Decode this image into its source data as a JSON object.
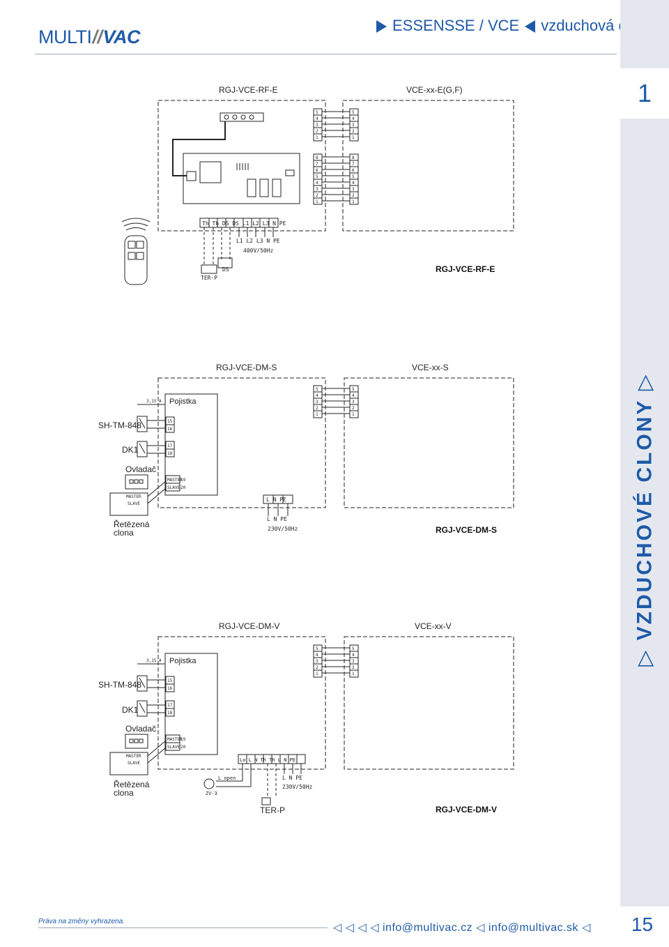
{
  "header": {
    "logo_left": "MULTI",
    "logo_right": "VAC",
    "product": "ESSENSSE / VCE",
    "subtitle": "vzduchová clona"
  },
  "sidebar": {
    "section_number": "1",
    "vertical_title": "VZDUCHOVÉ CLONY"
  },
  "diagram1": {
    "left_unit": "RGJ-VCE-RF-E",
    "right_unit": "VCE-xx-E(G,F)",
    "caption": "RGJ-VCE-RF-E",
    "terminals": [
      "Th",
      "Th",
      "DS",
      "DS",
      "L1",
      "L2",
      "L3",
      "N",
      "PE"
    ],
    "power_terms": "L1 L2 L3  N  PE",
    "supply": "400V/50Hz",
    "ds_label": "DS",
    "ter_label": "TER-P",
    "term_top": [
      "5",
      "4",
      "3",
      "2",
      "1"
    ],
    "term_bottom": [
      "8",
      "7",
      "6",
      "5",
      "4",
      "3",
      "2",
      "1"
    ]
  },
  "diagram2": {
    "left_unit": "RGJ-VCE-DM-S",
    "right_unit": "VCE-xx-S",
    "caption": "RGJ-VCE-DM-S",
    "fuse": "Pojistka",
    "fuse_rating": "3,15 A",
    "sh": "SH-TM-848",
    "dk": "DK1",
    "ovladac": "Ovladač",
    "chain_1": "Řetězená",
    "chain_2": "clona",
    "master": "MASTER",
    "slave": "SLAVE",
    "terminals": [
      "L",
      "N",
      "PE"
    ],
    "power_terms": "L  N  PE",
    "supply": "230V/50Hz",
    "term": [
      "5",
      "4",
      "3",
      "2",
      "1"
    ],
    "pins": [
      "15",
      "16",
      "17",
      "18",
      "19",
      "20"
    ]
  },
  "diagram3": {
    "left_unit": "RGJ-VCE-DM-V",
    "right_unit": "VCE-xx-V",
    "caption": "RGJ-VCE-DM-V",
    "fuse": "Pojistka",
    "fuse_rating": "3,15 A",
    "sh": "SH-TM-848",
    "dk": "DK1",
    "ovladac": "Ovladač",
    "chain_1": "Řetězená",
    "chain_2": "clona",
    "master": "MASTER",
    "slave": "SLAVE",
    "terminals": [
      "Lo",
      "L",
      "N",
      "Th",
      "Th",
      "L",
      "N",
      "PE"
    ],
    "power_terms": "L  N  PE",
    "supply": "230V/50Hz",
    "valve": "ZV-3",
    "open": "L open",
    "ter_label": "TER-P",
    "term": [
      "5",
      "4",
      "3",
      "2",
      "1"
    ],
    "pins": [
      "15",
      "16",
      "17",
      "18",
      "19",
      "20"
    ]
  },
  "footer": {
    "note": "Práva na změny vyhrazena.",
    "email_cz": "info@multivac.cz",
    "email_sk": "info@multivac.sk",
    "page": "15"
  }
}
